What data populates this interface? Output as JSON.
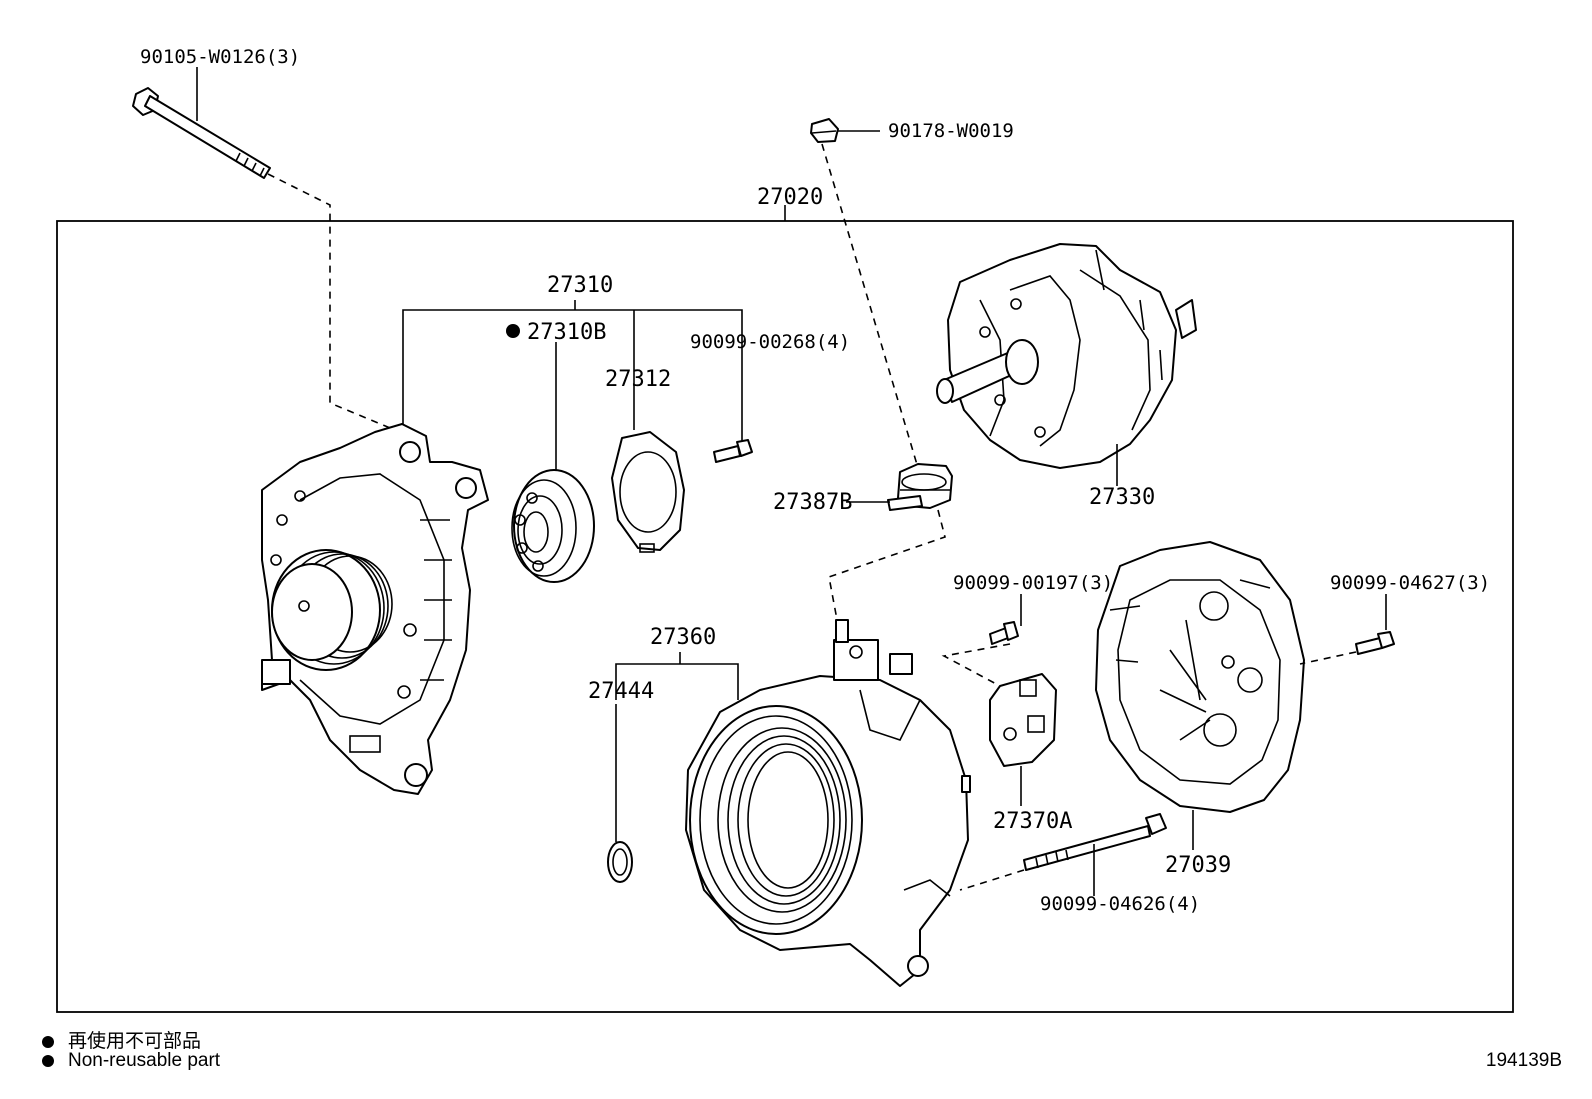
{
  "labels": {
    "bolt_top": "90105-W0126(3)",
    "cap_top": "90178-W0019",
    "assembly": "27020",
    "frame_assy": "27310",
    "bearing": "27310B",
    "retainer": "27312",
    "retainer_screw": "90099-00268(4)",
    "insulator": "27387B",
    "rotor": "27330",
    "stator": "27360",
    "washer": "27444",
    "regulator_screw": "90099-00197(3)",
    "rear_cover_screw": "90099-04627(3)",
    "regulator": "27370A",
    "rear_cover": "27039",
    "through_bolt": "90099-04626(4)"
  },
  "legend": {
    "marker": "●",
    "jp": "再使用不可部品",
    "en": "Non-reusable part"
  },
  "diagram_id": "194139B",
  "icons": {
    "bullet": "filled-circle-icon"
  }
}
